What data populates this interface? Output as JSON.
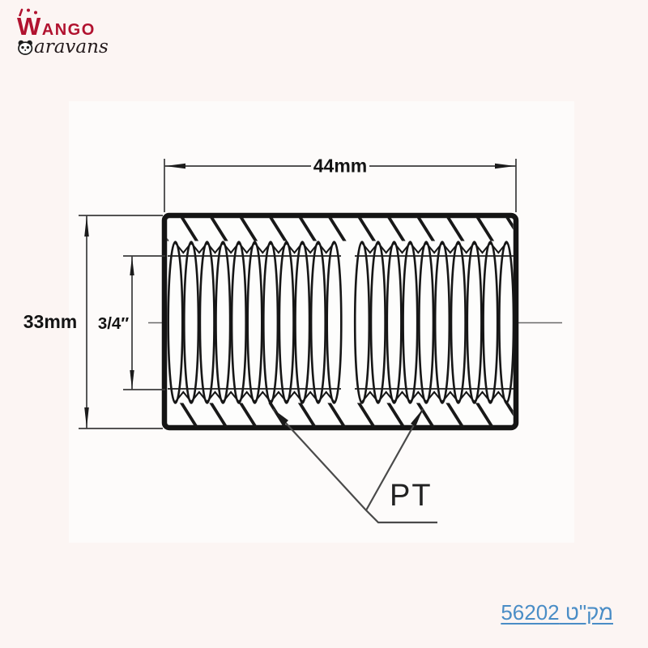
{
  "logo": {
    "wango": "Wango",
    "caravans_rest": "aravans"
  },
  "diagram": {
    "width_label": "44mm",
    "height_label": "33mm",
    "bore_label": "3/4′′",
    "thread_type_label": "PT"
  },
  "footer": {
    "sku_label": "מק\"ט 56202"
  },
  "colors": {
    "background": "#fcf5f3",
    "brand_red": "#b1122f",
    "brand_dark": "#241a1c",
    "drawing_ink": "#161616",
    "link_blue": "#4a8dc6"
  }
}
